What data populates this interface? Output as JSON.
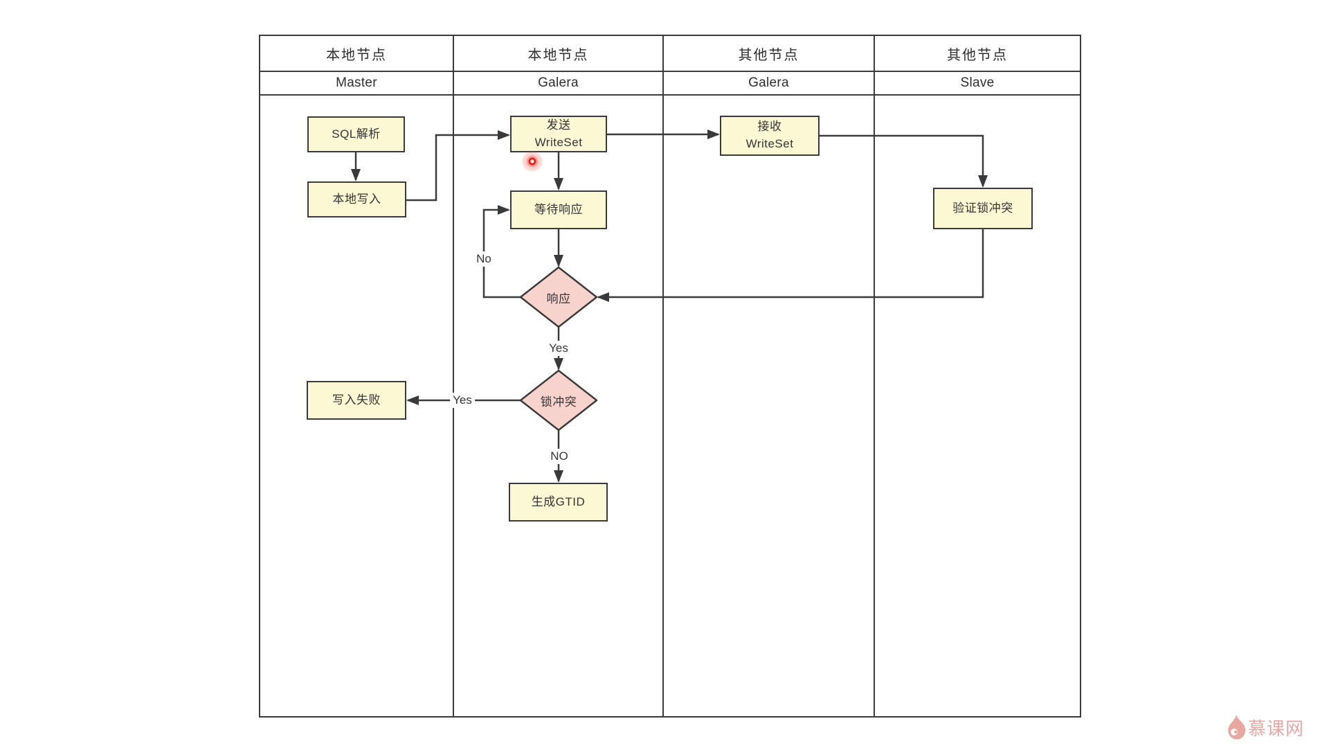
{
  "colors": {
    "stroke": "#3a3a3c",
    "text": "#343436",
    "header_text": "#2d2d2f",
    "process_fill": "#fbf8d3",
    "decision_fill": "#f8d2cd",
    "laser": "#e02318",
    "watermark": "#e9a7a2"
  },
  "lanes": [
    {
      "group": "本地节点",
      "name": "Master"
    },
    {
      "group": "本地节点",
      "name": "Galera"
    },
    {
      "group": "其他节点",
      "name": "Galera"
    },
    {
      "group": "其他节点",
      "name": "Slave"
    }
  ],
  "nodes": {
    "sql_parse": {
      "label": "SQL解析"
    },
    "local_write": {
      "label": "本地写入"
    },
    "send_writeset": {
      "line1": "发送",
      "line2": "WriteSet"
    },
    "wait_response": {
      "label": "等待响应"
    },
    "response": {
      "label": "响应"
    },
    "lock_conflict": {
      "label": "锁冲突"
    },
    "write_fail": {
      "label": "写入失败"
    },
    "gen_gtid": {
      "label": "生成GTID"
    },
    "recv_writeset": {
      "line1": "接收",
      "line2": "WriteSet"
    },
    "verify_lock": {
      "label": "验证锁冲突"
    }
  },
  "edge_labels": {
    "response_no": "No",
    "response_yes": "Yes",
    "conflict_yes": "Yes",
    "conflict_no": "NO"
  },
  "watermark": {
    "brand": "慕课网"
  }
}
